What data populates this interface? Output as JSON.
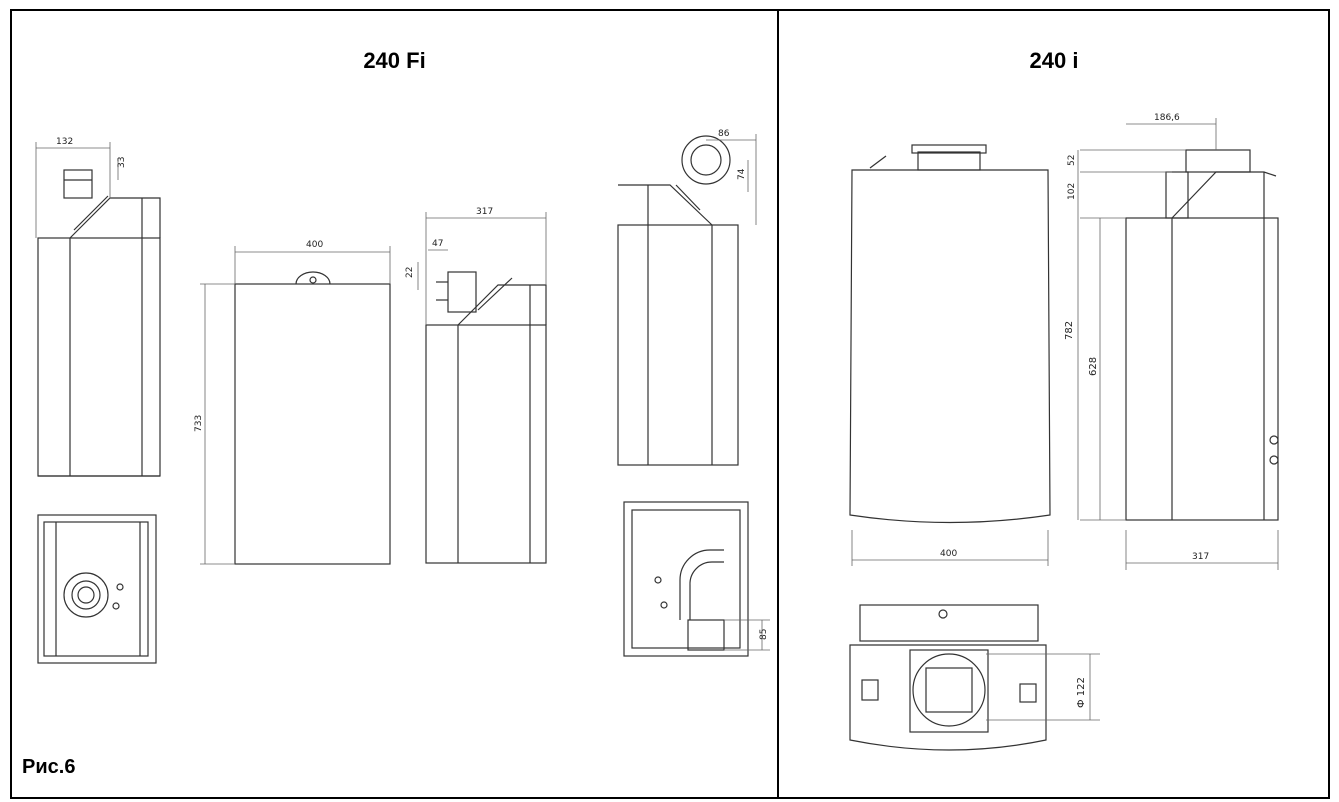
{
  "panels": {
    "left": {
      "title": "240 Fi"
    },
    "right": {
      "title": "240 i"
    }
  },
  "caption": "Рис.6",
  "dimensions": {
    "fi_side1_width": "132",
    "fi_side1_offset": "33",
    "fi_front_width": "400",
    "fi_front_height": "733",
    "fi_side2_depth": "317",
    "fi_side2_offset": "47",
    "fi_side2_height": "22",
    "fi_side3_width": "86",
    "fi_side3_height": "74",
    "fi_bottom_right": "85",
    "i_side_top": "186,6",
    "i_side_52": "52",
    "i_side_102": "102",
    "i_total_height": "782",
    "i_body_height": "628",
    "i_front_width": "400",
    "i_side_depth": "317",
    "i_flue_diameter": "Ф 122"
  },
  "colors": {
    "line": "#000000",
    "drawing": "#333333",
    "dim": "#555555"
  }
}
